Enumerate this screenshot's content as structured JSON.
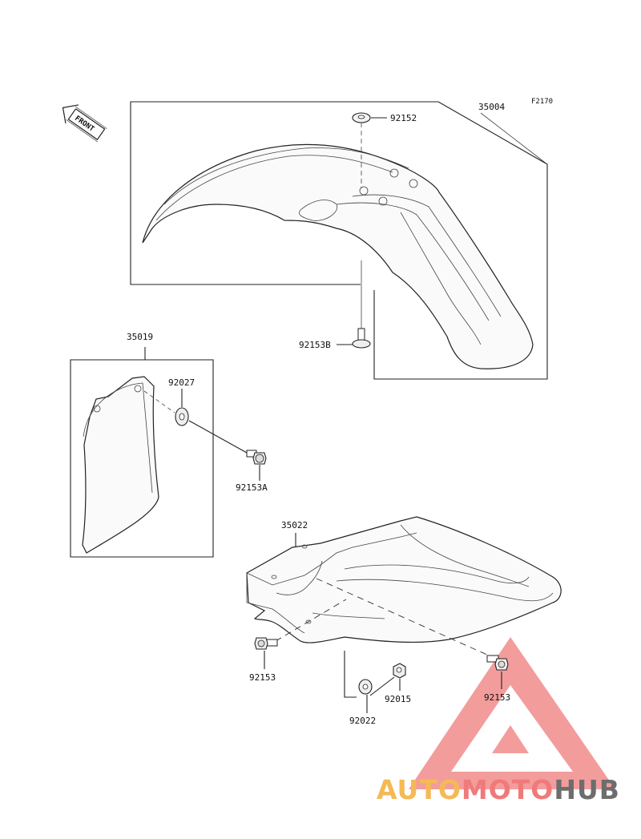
{
  "figure_code": "F2170",
  "front_arrow_label": "FRONT",
  "parts": {
    "front_fender": "35004",
    "fender_washer": "92152",
    "fender_bolt": "92153B",
    "side_cover": "35019",
    "side_washer": "92027",
    "side_bolt": "92153A",
    "rear_fender": "35022",
    "rear_bolt_left": "92153",
    "rear_bolt_right": "92153",
    "rear_nut": "92015",
    "rear_washer": "92022"
  },
  "watermark": {
    "part1": "AUTO",
    "part2": "MOTO",
    "part3": "HUB",
    "colors": {
      "auto": "#f5b955",
      "moto": "#f07a7a",
      "hub": "#6d6d6d",
      "triangle": "#ee6e6e"
    }
  }
}
